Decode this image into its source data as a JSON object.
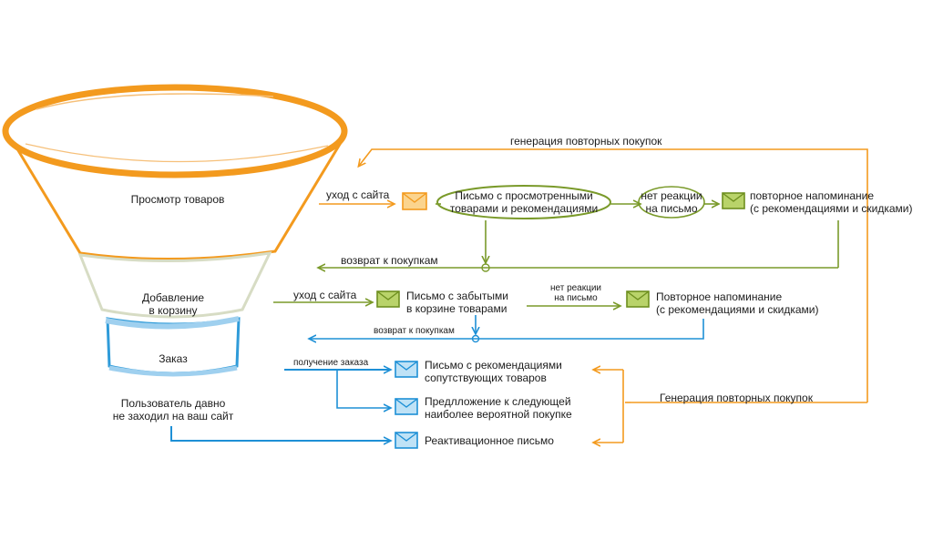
{
  "colors": {
    "orange": "#F39A1E",
    "green": "#7A9A2A",
    "blue": "#1E90D6",
    "envelope_fill": "#9BC23C",
    "envelope_orange": "#F39A1E",
    "envelope_blue": "#2F9BD9"
  },
  "funnel": {
    "level1": "Просмотр товаров",
    "level2": [
      "Добавление",
      "в корзину"
    ],
    "level3": "Заказ",
    "inactive_user": [
      "Пользователь давно",
      "не заходил на ваш сайт"
    ]
  },
  "row1": {
    "exit_label": "уход с сайта",
    "email_label": [
      "Письмо с просмотренными",
      "товарами и рекомендациями"
    ],
    "no_reaction": [
      "нет реакции",
      "на письмо"
    ],
    "reminder": [
      "повторное напоминание",
      "(с рекомендациями и скидками)"
    ],
    "top_loop_label": "генерация повторных покупок",
    "return_label": "возврат к покупкам"
  },
  "row2": {
    "exit_label": "уход с сайта",
    "email_label": [
      "Письмо с забытыми",
      "в корзине товарами"
    ],
    "no_reaction": [
      "нет реакции",
      "на письмо"
    ],
    "reminder": [
      "Повторное напоминание",
      "(с рекомендациями и скидками)"
    ],
    "return_label": "возврат к покупкам"
  },
  "row3": {
    "order_received": "получение заказа",
    "email1": [
      "Письмо с рекомендациями",
      "сопутствующих товаров"
    ],
    "email2": [
      "Предлложение к следующей",
      "наиболее вероятной покупке"
    ],
    "email3": "Реактивационное письмо",
    "repeat_label": "Генерация повторных покупок"
  },
  "icons": [
    "envelope-icon",
    "arrow-icon"
  ]
}
